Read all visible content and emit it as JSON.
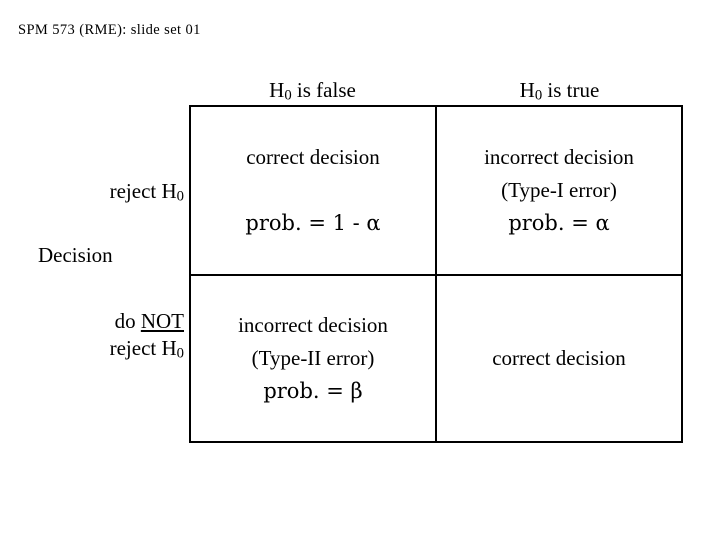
{
  "slide": {
    "title": "SPM 573 (RME): slide set 01"
  },
  "table": {
    "row_axis_label": "Decision",
    "column_headers": [
      {
        "prefix": "H",
        "subscript": "0",
        "suffix": " is false"
      },
      {
        "prefix": "H",
        "subscript": "0",
        "suffix": " is true"
      }
    ],
    "row_headers": [
      {
        "line1": "reject H",
        "line1_sub": "0",
        "line2": "",
        "line2_sub": ""
      },
      {
        "line1_pre": "do ",
        "line1_underlined": "NOT",
        "line2": "reject H",
        "line2_sub": "0"
      }
    ],
    "cells": {
      "reject_h0_false": {
        "line1": "correct decision",
        "line2": "",
        "line3": "prob. = 1 - α"
      },
      "reject_h0_true": {
        "line1": "incorrect decision",
        "line2": "(Type-I error)",
        "line3": "prob. = α"
      },
      "not_reject_h0_false": {
        "line1": "incorrect decision",
        "line2": "(Type-II error)",
        "line3": "prob. = β"
      },
      "not_reject_h0_true": {
        "line1": "correct decision",
        "line2": "",
        "line3": ""
      }
    }
  },
  "colors": {
    "background": "#ffffff",
    "text": "#000000",
    "border": "#000000"
  }
}
